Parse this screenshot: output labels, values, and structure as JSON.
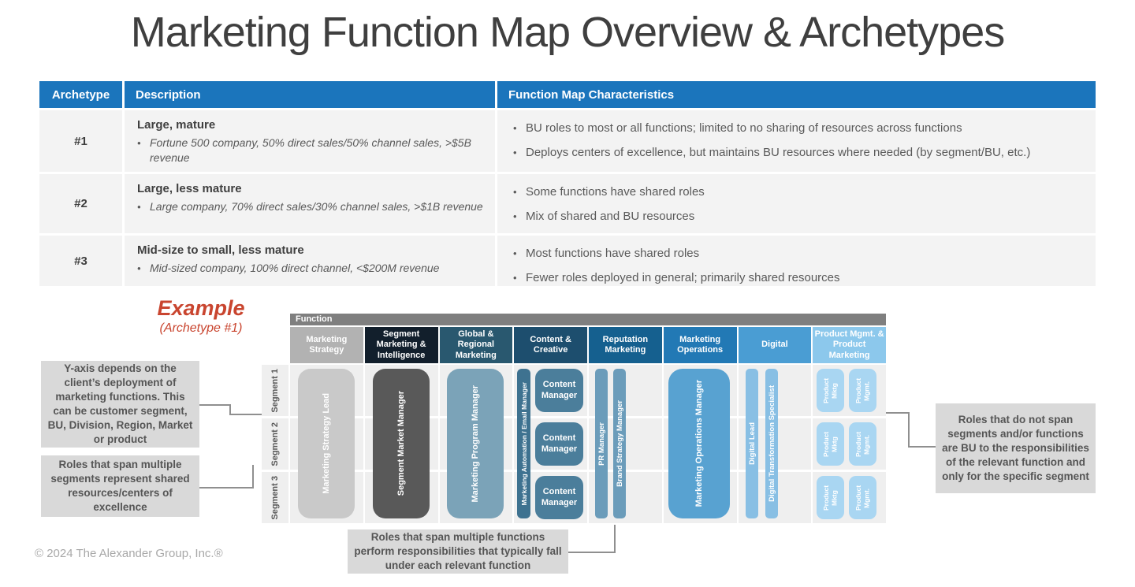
{
  "slide": {
    "title": "Marketing Function Map Overview & Archetypes",
    "footer": "© 2024 The Alexander Group, Inc.®"
  },
  "colors": {
    "table_header": "#1b75bc",
    "row_bg": "#f3f3f3",
    "accent_red": "#c9452f",
    "callout_bg": "#d9d9d9"
  },
  "table": {
    "headers": [
      "Archetype",
      "Description",
      "Function Map Characteristics"
    ],
    "rows": [
      {
        "archetype": "#1",
        "desc_title": "Large, mature",
        "desc_bullets": [
          "Fortune 500 company, 50% direct sales/50% channel sales, >$5B revenue"
        ],
        "char_bullets": [
          "BU roles to most or all functions; limited to no sharing of resources across functions",
          "Deploys centers of excellence, but maintains BU resources where needed (by segment/BU, etc.)"
        ]
      },
      {
        "archetype": "#2",
        "desc_title": "Large, less mature",
        "desc_bullets": [
          "Large company, 70% direct sales/30% channel sales, >$1B revenue"
        ],
        "char_bullets": [
          "Some functions have shared roles",
          "Mix of shared and BU resources"
        ]
      },
      {
        "archetype": "#3",
        "desc_title": "Mid-size to small, less mature",
        "desc_bullets": [
          "Mid-sized company, 100% direct channel, <$200M revenue"
        ],
        "char_bullets": [
          "Most functions have shared roles",
          "Fewer roles deployed in general; primarily shared resources"
        ]
      }
    ]
  },
  "example": {
    "label": "Example",
    "sublabel": "(Archetype #1)"
  },
  "diagram": {
    "corner_label": "Function",
    "row_labels": [
      "Segment 1",
      "Segment 2",
      "Segment 3"
    ],
    "columns": [
      {
        "label": "Marketing Strategy",
        "color": "#b2b2b2"
      },
      {
        "label": "Segment Marketing & Intelligence",
        "color": "#121f2c"
      },
      {
        "label": "Global & Regional Marketing",
        "color": "#29586f"
      },
      {
        "label": "Content & Creative",
        "color": "#1d4e6e"
      },
      {
        "label": "Reputation Marketing",
        "color": "#15608f"
      },
      {
        "label": "Marketing Operations",
        "color": "#2279b5"
      },
      {
        "label": "Digital",
        "color": "#4a9dd3"
      },
      {
        "label": "Product Mgmt. & Product Marketing",
        "color": "#8cc8ec"
      }
    ],
    "roles": {
      "marketing_strategy_lead": "Marketing Strategy Lead",
      "segment_market_manager": "Segment Market Manager",
      "marketing_program_manager": "Marketing Program Manager",
      "marketing_automation": "Marketing Automation / Email Manager",
      "content_manager": "Content Manager",
      "pr_manager": "PR Manager",
      "brand_strategy_manager": "Brand Strategy Manager",
      "marketing_operations_manager": "Marketing Operations Manager",
      "digital_lead": "Digital Lead",
      "digital_transformation_specialist": "Digital Transformation Specialist",
      "product_mktg": "Product Mktg",
      "product_mgmt": "Product Mgmt."
    },
    "colors": {
      "function_bar": "#7f7f7f",
      "cell_bg": "#efefef",
      "strategy_lead": "#c9c9c9",
      "segment_market": "#595959",
      "program_manager": "#7ba3b8",
      "automation": "#3e7290",
      "content": "#4b7e9b",
      "reputation": "#6b9cba",
      "operations": "#58a2d1",
      "digital": "#88bfe4",
      "product": "#a9d6f2"
    }
  },
  "callouts": {
    "y_axis": "Y-axis depends on the client’s deployment of marketing functions. This can be customer segment, BU, Division, Region, Market or product",
    "span_segments": "Roles that span multiple segments represent shared resources/centers of excellence",
    "no_span": "Roles that do not span segments and/or functions are BU to the responsibilities of the relevant function and only for the specific segment",
    "span_functions": "Roles that span multiple functions perform responsibilities that typically fall under each relevant function"
  }
}
